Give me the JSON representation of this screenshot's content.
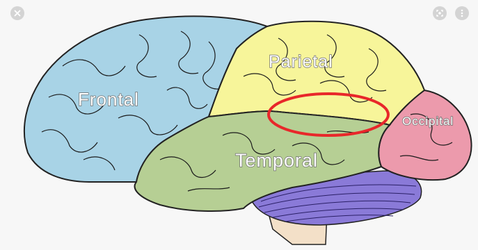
{
  "viewer": {
    "close_icon": "close-icon",
    "lens_icon": "lens-icon",
    "more_icon": "more-vert-icon"
  },
  "diagram": {
    "labels": {
      "frontal": "Frontal",
      "parietal": "Parietal",
      "occipital": "Occipital",
      "temporal": "Temporal"
    },
    "colors": {
      "frontal": "#a8d3e6",
      "parietal": "#f7f59a",
      "occipital": "#ec9aac",
      "temporal": "#b6cf94",
      "cerebellum": "#8a7ad8",
      "brainstem": "#f3e0c8",
      "highlight": "#e8272a"
    }
  }
}
